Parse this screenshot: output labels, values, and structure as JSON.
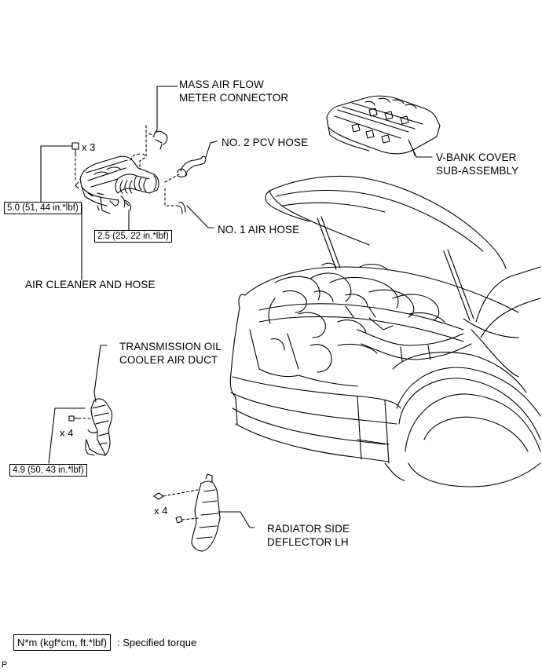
{
  "callouts": {
    "mass_air_flow_line1": "MASS AIR FLOW",
    "mass_air_flow_line2": "METER CONNECTOR",
    "pcv_hose": "NO. 2 PCV HOSE",
    "v_bank_line1": "V-BANK COVER",
    "v_bank_line2": "SUB-ASSEMBLY",
    "air_hose": "NO. 1 AIR HOSE",
    "air_cleaner": "AIR CLEANER AND HOSE",
    "trans_duct_line1": "TRANSMISSION OIL",
    "trans_duct_line2": "COOLER AIR DUCT",
    "radiator_line1": "RADIATOR SIDE",
    "radiator_line2": "DEFLECTOR LH"
  },
  "torque": {
    "air_cleaner_bolt": "5.0 (51, 44 in.*lbf)",
    "air_cleaner_clamp": "2.5 (25, 22 in.*lbf)",
    "duct_bolt": "4.9 (50, 43 in.*lbf)"
  },
  "quantities": {
    "air_cleaner_bolts": "x 3",
    "duct_bolts": "x 4",
    "deflector_clips": "x 4"
  },
  "legend": {
    "unit_box": "N*m (kgf*cm, ft.*lbf)",
    "description": ": Specified torque"
  },
  "corner_mark": "P"
}
